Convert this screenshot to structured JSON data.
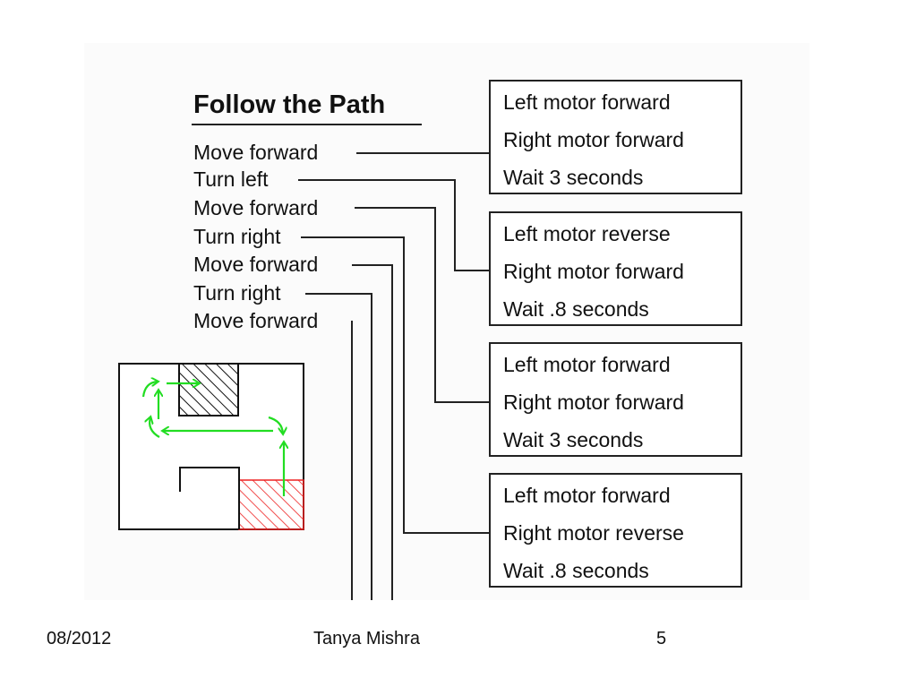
{
  "title": "Follow the Path",
  "steps": [
    "Move forward",
    "Turn left",
    "Move forward",
    "Turn right",
    "Move forward",
    "Turn right",
    "Move forward"
  ],
  "command_blocks": [
    [
      "Left motor forward",
      "Right motor forward",
      "Wait 3 seconds"
    ],
    [
      "Left motor reverse",
      "Right motor forward",
      "Wait .8 seconds"
    ],
    [
      "Left motor forward",
      "Right motor forward",
      "Wait 3 seconds"
    ],
    [
      "Left motor forward",
      "Right motor reverse",
      "Wait .8 seconds"
    ]
  ],
  "footer": {
    "date": "08/2012",
    "author": "Tanya Mishra",
    "page": "5"
  },
  "colors": {
    "path_arrows": "#22dd22",
    "goal_hatch": "#ee2222",
    "obstacle_hatch": "#111111"
  }
}
